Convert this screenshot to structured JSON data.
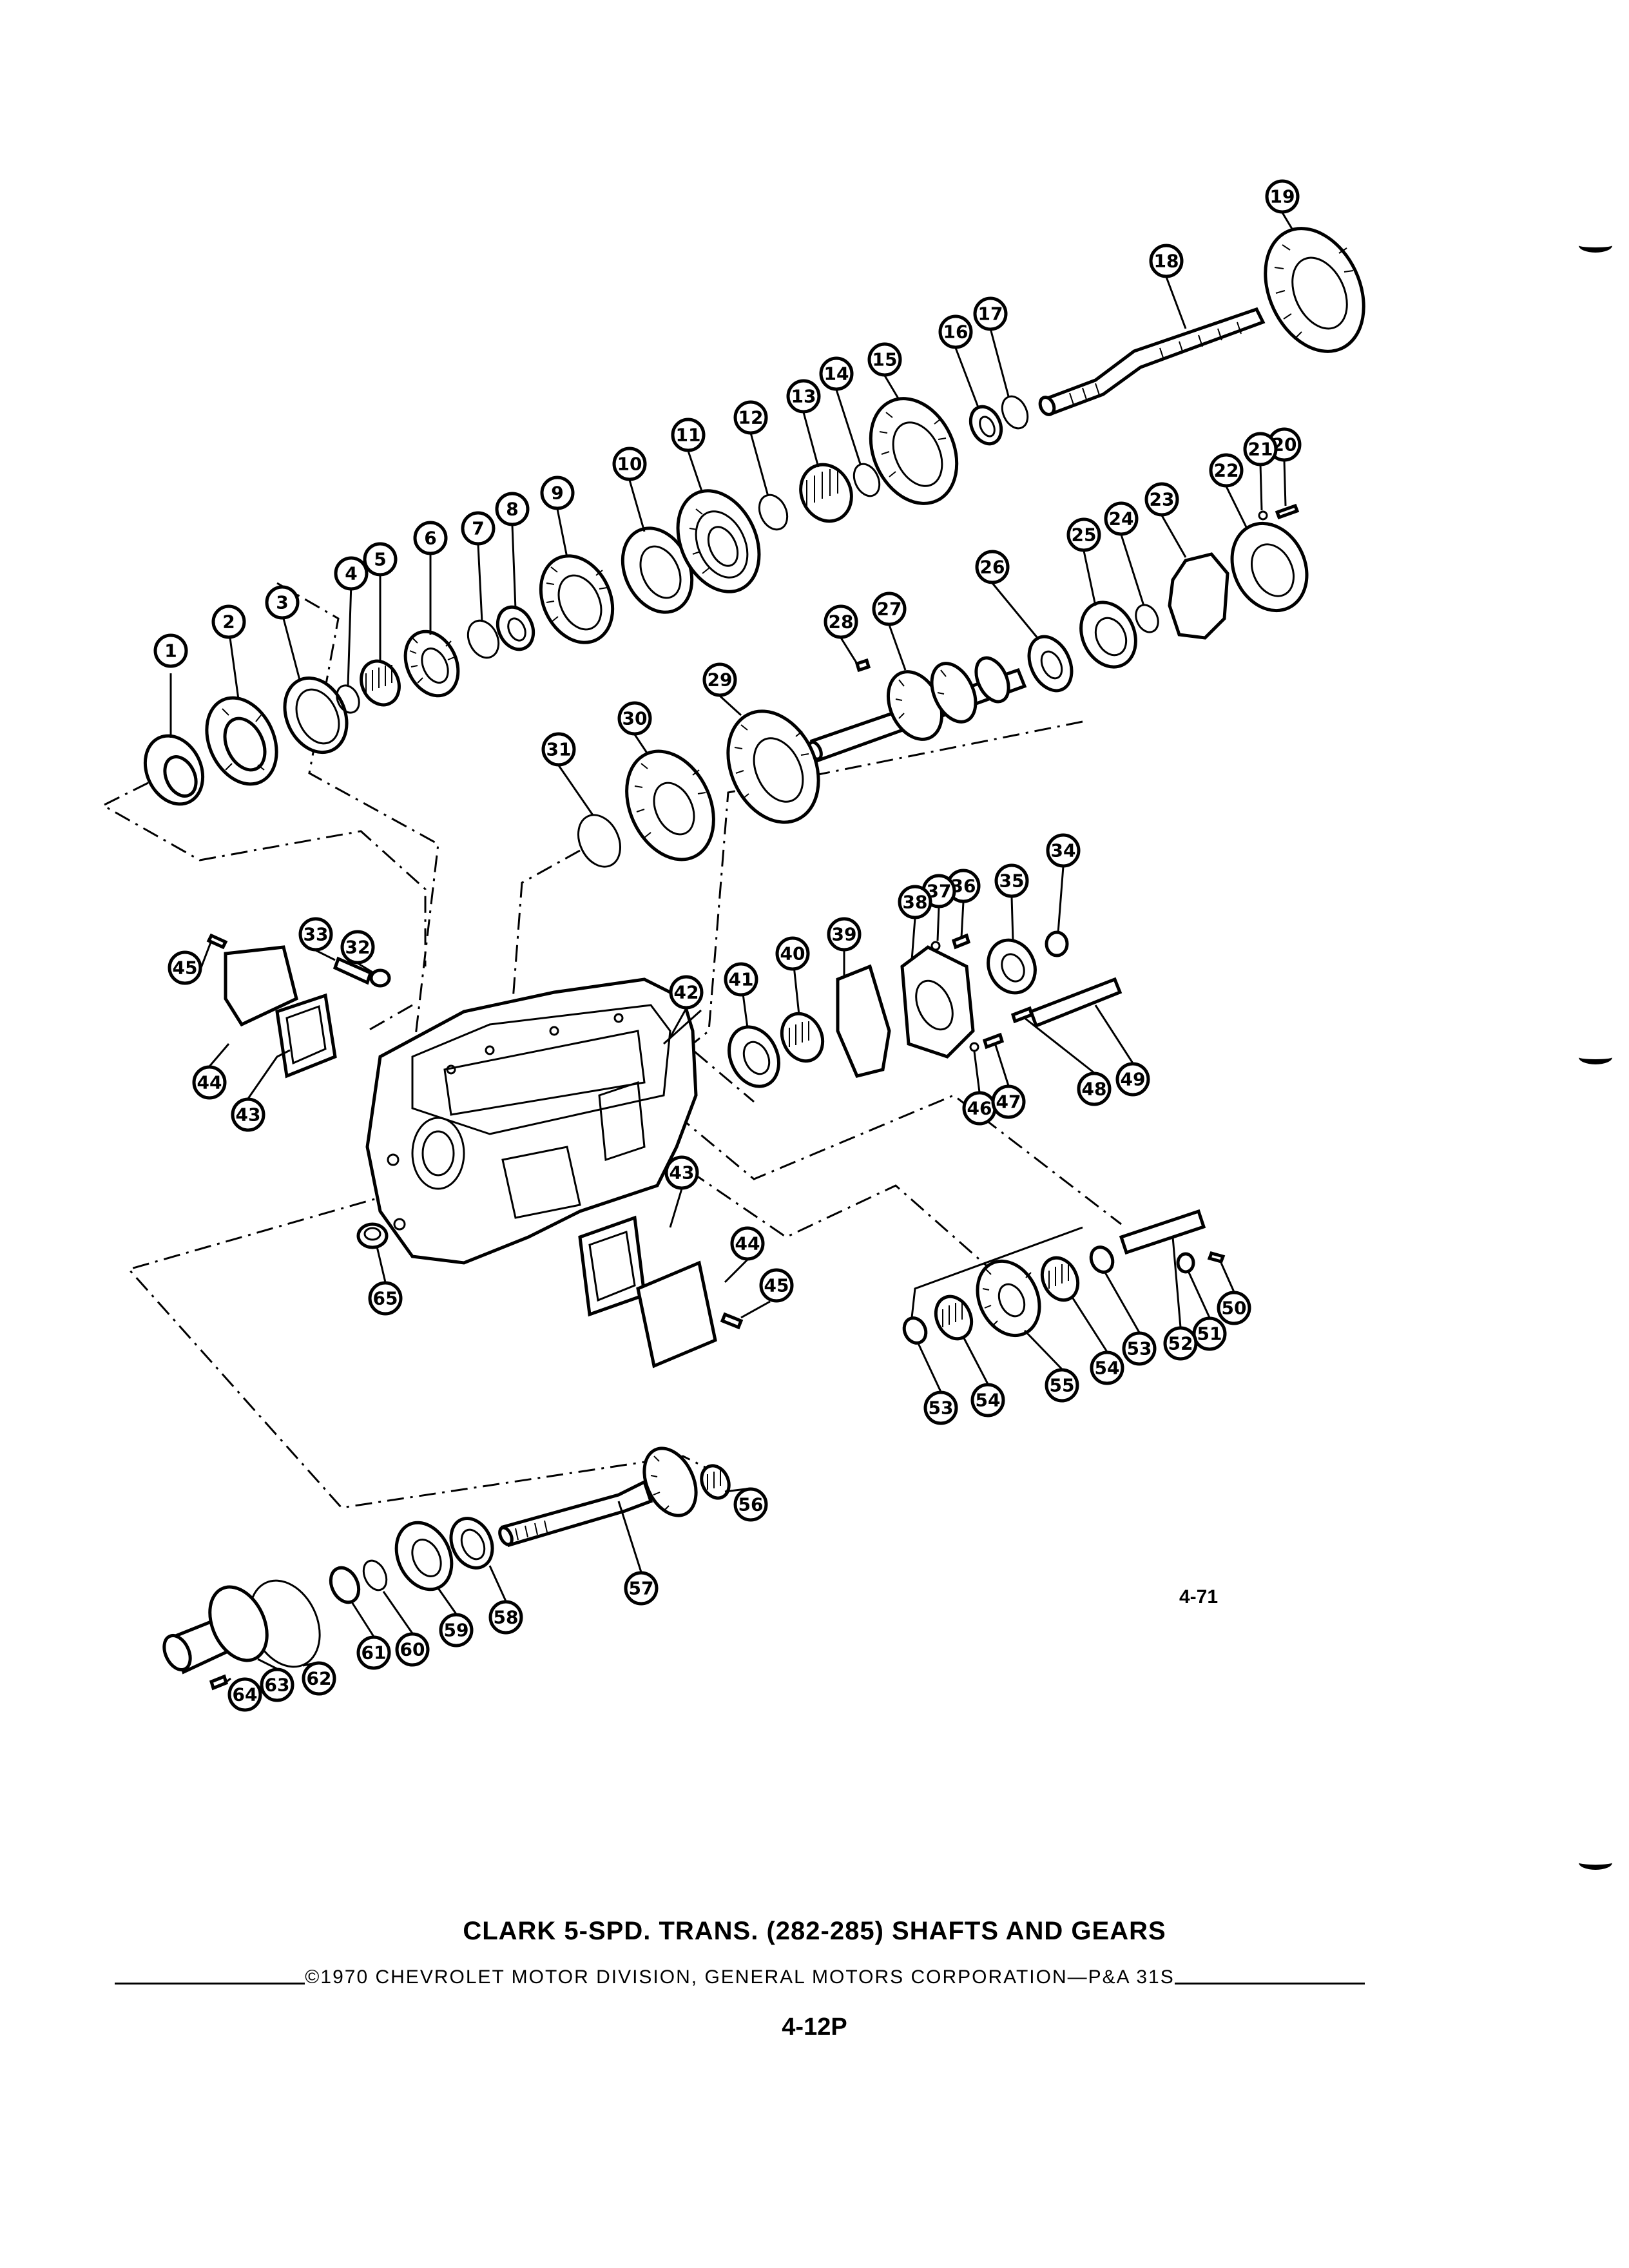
{
  "figure_number": "4-71",
  "caption": {
    "title": "CLARK 5-SPD. TRANS. (282-285) SHAFTS AND GEARS",
    "copyright": "©1970 CHEVROLET MOTOR DIVISION, GENERAL MOTORS CORPORATION—P&A 31S",
    "page_number": "4-12P"
  },
  "callouts": [
    "1",
    "2",
    "3",
    "4",
    "5",
    "6",
    "7",
    "8",
    "9",
    "10",
    "11",
    "12",
    "13",
    "14",
    "15",
    "16",
    "17",
    "18",
    "19",
    "20",
    "21",
    "22",
    "23",
    "24",
    "25",
    "26",
    "27",
    "28",
    "29",
    "30",
    "31",
    "32",
    "33",
    "34",
    "35",
    "36",
    "37",
    "38",
    "39",
    "40",
    "41",
    "42",
    "43",
    "44",
    "45",
    "46",
    "47",
    "48",
    "49",
    "50",
    "51",
    "52",
    "53",
    "54",
    "55",
    "56",
    "57",
    "58",
    "59",
    "60",
    "61",
    "62",
    "63",
    "64",
    "65"
  ]
}
